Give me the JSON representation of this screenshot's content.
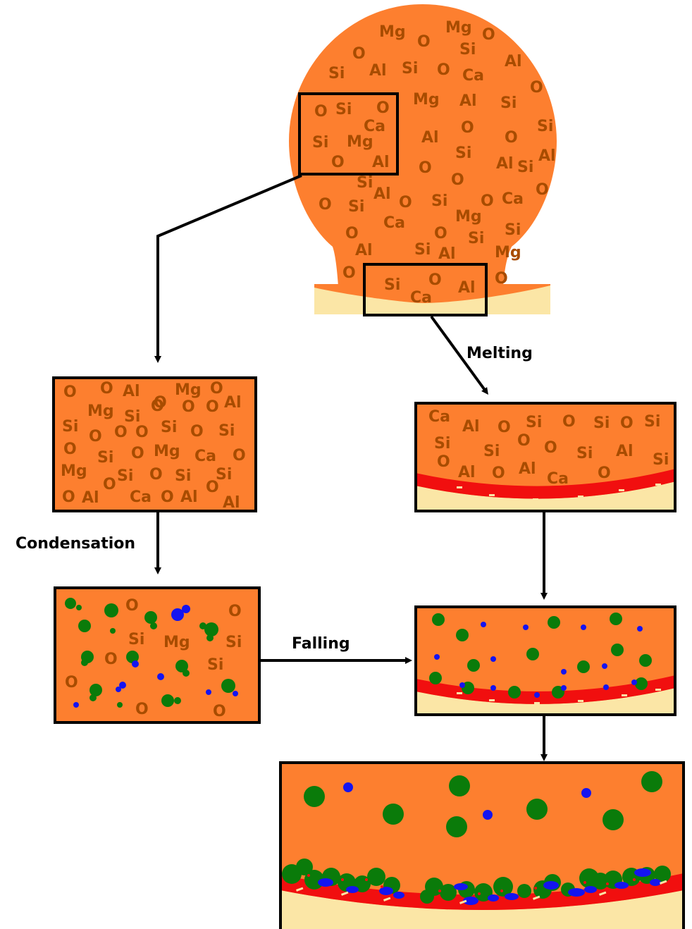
{
  "labels": {
    "melting": "Melting",
    "condensation": "Condensation",
    "falling": "Falling"
  },
  "colors": {
    "plasma_orange": "#fd7f2f",
    "element_text": "#a84c00",
    "substrate": "#fbe6a6",
    "melt_layer": "#f10f0f",
    "particle_green": "#0a7b0a",
    "particle_blue": "#1414f0",
    "border": "#000000"
  },
  "plume": {
    "name": "plasma-plume",
    "elements": [
      "Mg",
      "O",
      "Mg",
      "O",
      "Si",
      "O",
      "Si",
      "Al",
      "Si",
      "O",
      "Ca",
      "Al",
      "O",
      "O",
      "Si",
      "O",
      "Mg",
      "Al",
      "Si",
      "Ca",
      "Si",
      "Mg",
      "Al",
      "O",
      "O",
      "Si",
      "O",
      "Al",
      "Si",
      "O",
      "Al",
      "Al",
      "Si",
      "O",
      "O",
      "Si",
      "Al",
      "O",
      "Si",
      "O",
      "Ca",
      "O",
      "Ca",
      "Mg",
      "O",
      "Si",
      "Si",
      "Al",
      "Si",
      "Al",
      "Mg",
      "O",
      "O",
      "Si",
      "Ca",
      "O",
      "Ca",
      "Al"
    ]
  },
  "boxes": {
    "gas_zoom": {
      "name": "gas-region-zoom",
      "elements": [
        "O",
        "O",
        "Al",
        "Mg",
        "O",
        "Mg",
        "Si",
        "O",
        "O",
        "O",
        "Al",
        "Si",
        "O",
        "O",
        "Si",
        "O",
        "Si",
        "O",
        "Si",
        "O",
        "Mg",
        "Ca",
        "O",
        "Mg",
        "Si",
        "O",
        "Si",
        "Si",
        "O",
        "Al",
        "O",
        "Ca",
        "O",
        "Al",
        "O",
        "Al"
      ]
    },
    "melt_zoom": {
      "name": "melt-region-zoom",
      "elements": [
        "Ca",
        "Al",
        "O",
        "Si",
        "O",
        "Si",
        "O",
        "Si",
        "Si",
        "Si",
        "O",
        "O",
        "Si",
        "Al",
        "Si",
        "O",
        "Al",
        "O",
        "Al",
        "Ca",
        "O"
      ]
    },
    "condensed": {
      "name": "condensed-particles-box",
      "elements": [
        "O",
        "O",
        "Si",
        "Mg",
        "Si",
        "O",
        "Si",
        "O",
        "O",
        "O"
      ]
    },
    "deposit": {
      "name": "deposited-particles-box"
    },
    "final": {
      "name": "final-accumulated-layer-box"
    }
  }
}
